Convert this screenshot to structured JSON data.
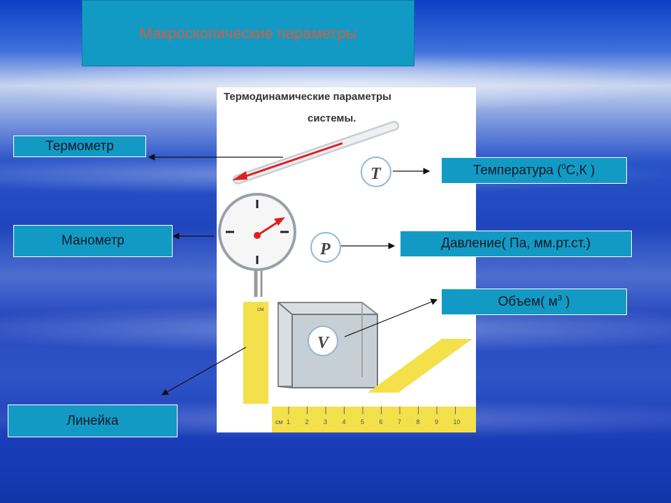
{
  "title": "Макроскопические параметры",
  "figure": {
    "heading_line1": "Термодинамические параметры",
    "heading_line2": "системы.",
    "symbol_t": "T",
    "symbol_p": "P",
    "symbol_v": "V",
    "ruler_unit": "см",
    "ruler_ticks": [
      "1",
      "2",
      "3",
      "4",
      "5",
      "6",
      "7",
      "8",
      "9",
      "10"
    ]
  },
  "labels": {
    "thermometer": "Термометр",
    "manometer": "Манометр",
    "ruler": "Линейка",
    "temperature_prefix": "Температура (",
    "temperature_sup": "0",
    "temperature_suffix": "С,К )",
    "pressure": "Давление( Па, мм.рт.ст.)",
    "volume_prefix": "Объем( м",
    "volume_sup": "3",
    "volume_suffix": " )"
  },
  "colors": {
    "box_fill": "#139ac4",
    "title_text": "#d06040",
    "ruler_yellow": "#f4e04a",
    "thermo_red": "#e02020"
  }
}
